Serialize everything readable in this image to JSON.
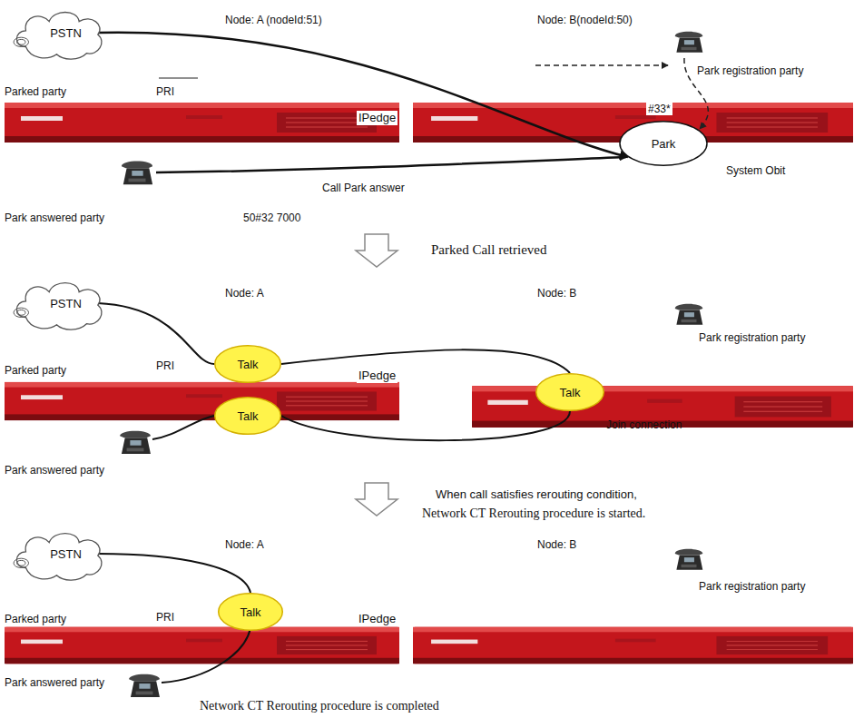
{
  "diagram": {
    "nodes": [
      {
        "text": [
          "PSTN"
        ]
      },
      {
        "text": [
          "Park"
        ]
      },
      {
        "text": [
          "PSTN"
        ]
      },
      {
        "text": [
          "Talk"
        ]
      },
      {
        "text": [
          "Talk"
        ]
      },
      {
        "text": [
          "Talk"
        ]
      },
      {
        "text": [
          "PSTN"
        ]
      },
      {
        "text": [
          "Talk"
        ]
      }
    ],
    "edges": [
      {
        "from": 0,
        "to": 1,
        "arrow": "to"
      },
      {
        "from": 2,
        "to": 3,
        "arrow": "none"
      },
      {
        "from": 3,
        "to": 5,
        "arrow": "none"
      },
      {
        "from": 5,
        "to": 4,
        "arrow": "none"
      },
      {
        "from": 6,
        "to": 7,
        "arrow": "none"
      }
    ],
    "labels": [
      "Node: A (nodeId:51)",
      "Node: B(nodeId:50)",
      "Park registration party",
      "Parked party",
      "PRI",
      "IPedge",
      "#33*",
      "System Obit",
      "Call Park answer",
      "Park answered party",
      "50#32 7000",
      "Parked Call retrieved",
      "Node: A",
      "Node: B",
      "Park registration party",
      "Parked party",
      "PRI",
      "IPedge",
      "Join connection",
      "Park answered party",
      "When call satisfies rerouting condition,",
      "Network CT Rerouting procedure is started.",
      "Node: A",
      "Node: B",
      "Park registration party",
      "Parked party",
      "PRI",
      "IPedge",
      "Park answered party",
      "Network CT Rerouting procedure is completed"
    ]
  }
}
